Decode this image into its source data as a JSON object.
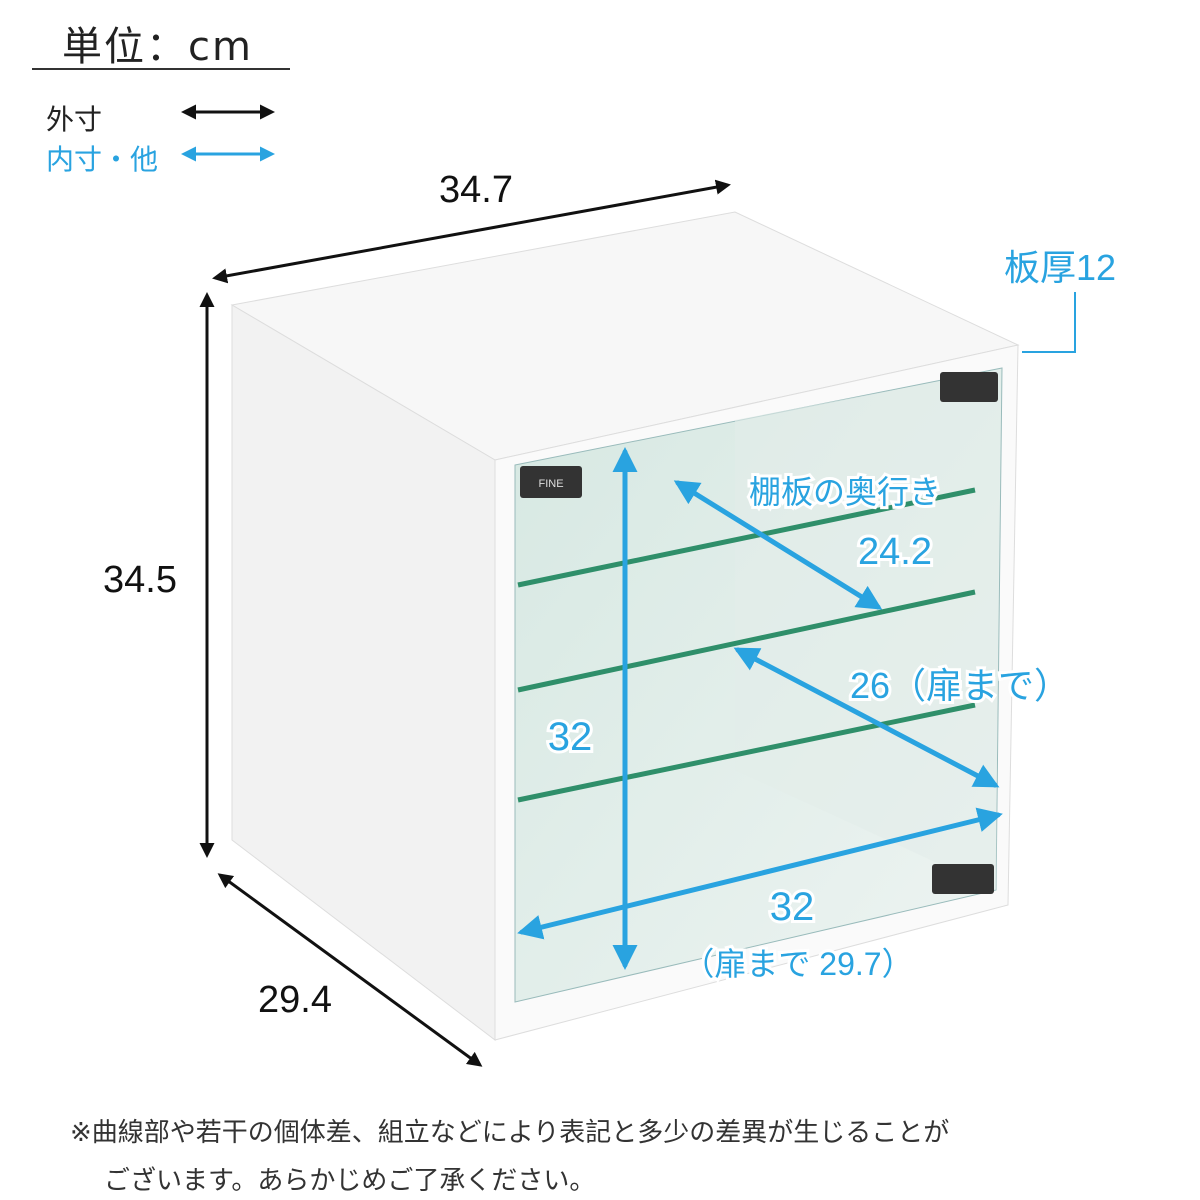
{
  "unit_label": "単位：cm",
  "legend": {
    "outer": "外寸",
    "inner": "内寸・他"
  },
  "colors": {
    "outer": "#111111",
    "inner": "#29a3e0",
    "glass": "#2f8f6a"
  },
  "dimensions": {
    "width_outer": "34.7",
    "height_outer": "34.5",
    "depth_outer": "29.4",
    "board_thickness": "板厚12",
    "shelf_depth_label": "棚板の奥行き",
    "shelf_depth": "24.2",
    "inner_depth": "26（扉まで）",
    "inner_height": "32",
    "inner_width": "32",
    "inner_width_door": "（扉まで 29.7）"
  },
  "door_tag": "FINE",
  "note": {
    "line1": "※曲線部や若干の個体差、組立などにより表記と多少の差異が生じることが",
    "line2": "ございます。あらかじめご了承ください。"
  }
}
